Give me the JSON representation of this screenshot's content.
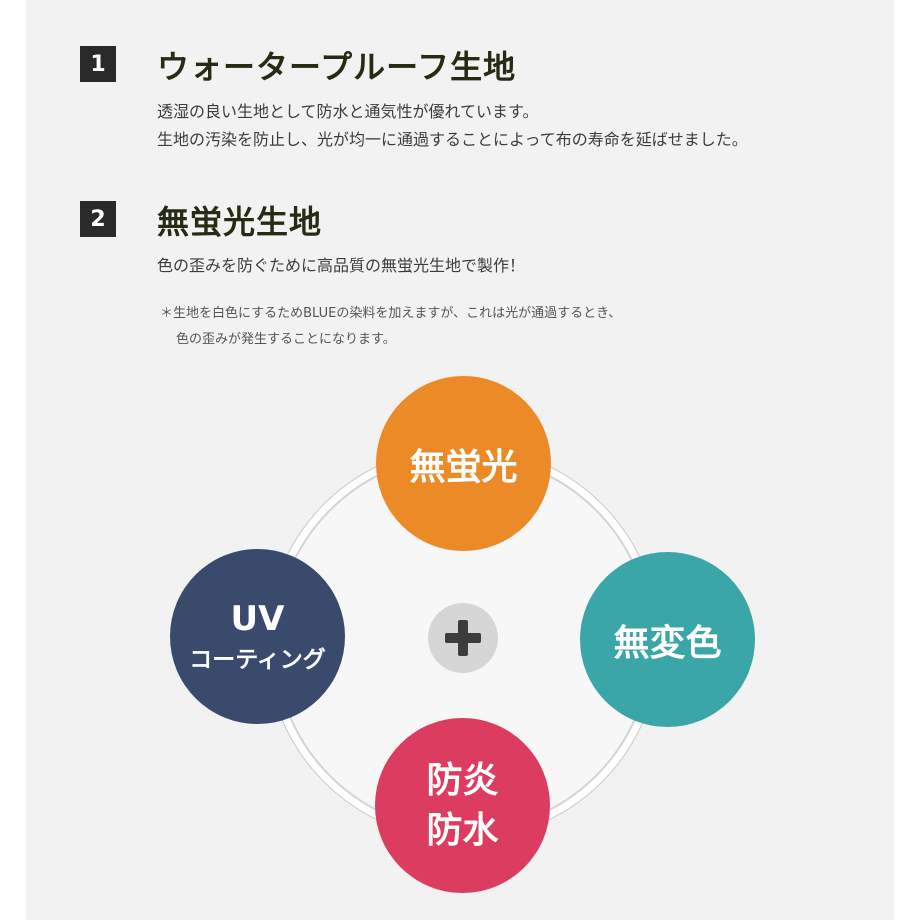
{
  "sections": [
    {
      "number": "1",
      "heading": "ウォータープルーフ生地",
      "lines": [
        "透湿の良い生地として防水と通気性が優れています。",
        "生地の汚染を防止し、光が均一に通過することによって布の寿命を延ばせました。"
      ]
    },
    {
      "number": "2",
      "heading": "無蛍光生地",
      "lines": [
        "色の歪みを防ぐために高品質の無蛍光生地で製作！"
      ]
    }
  ],
  "note": {
    "lines": [
      "＊生地を白色にするためBLUEの染料を加えますが、これは光が通過するとき、",
      "色の歪みが発生することになります。"
    ]
  },
  "features": {
    "top": {
      "line1": "無蛍光",
      "color": "#ec8a28"
    },
    "right": {
      "line1": "無変色",
      "color": "#3aa6a8"
    },
    "bottom": {
      "line1": "防炎",
      "line2": "防水",
      "color": "#dc3c60"
    },
    "left": {
      "line1": "UV",
      "line2": "コーティング",
      "color": "#3a4a6c"
    },
    "center_icon": "plus-icon"
  },
  "colors": {
    "panel_bg": "#f2f2f2",
    "badge_bg": "#2a2a2a",
    "heading_text": "#262c14"
  }
}
